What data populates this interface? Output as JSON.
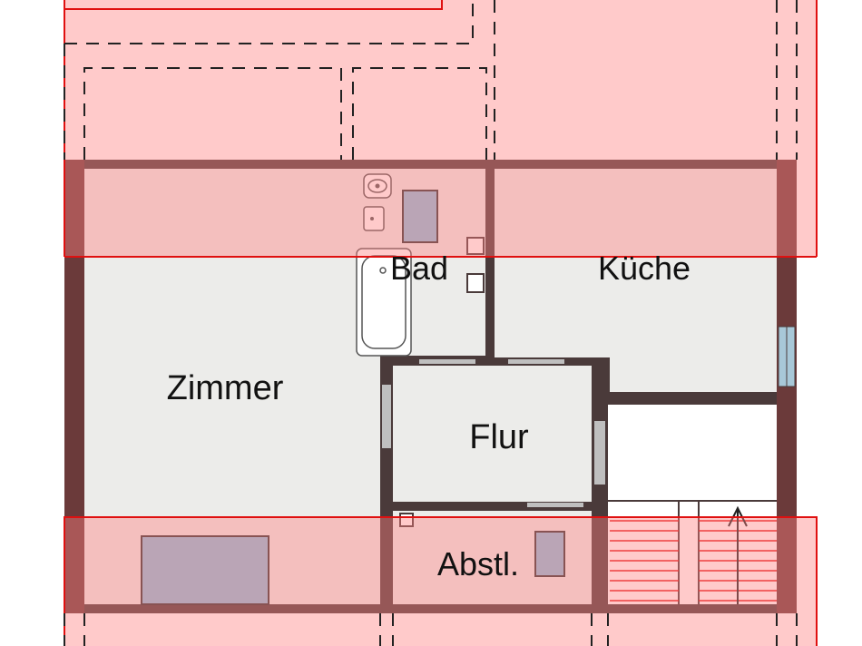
{
  "rooms": {
    "zimmer": "Zimmer",
    "bad": "Bad",
    "kueche": "Küche",
    "flur": "Flur",
    "abstellraum": "Abstl."
  },
  "colors": {
    "wall": "#4a3a3a",
    "wall_dark": "#6b3a3a",
    "floor": "#ececea",
    "overlay_fill": "#ff8080",
    "overlay_stroke": "#e01010",
    "furniture": "#88bfdc",
    "stair_lines": "#e01010"
  }
}
